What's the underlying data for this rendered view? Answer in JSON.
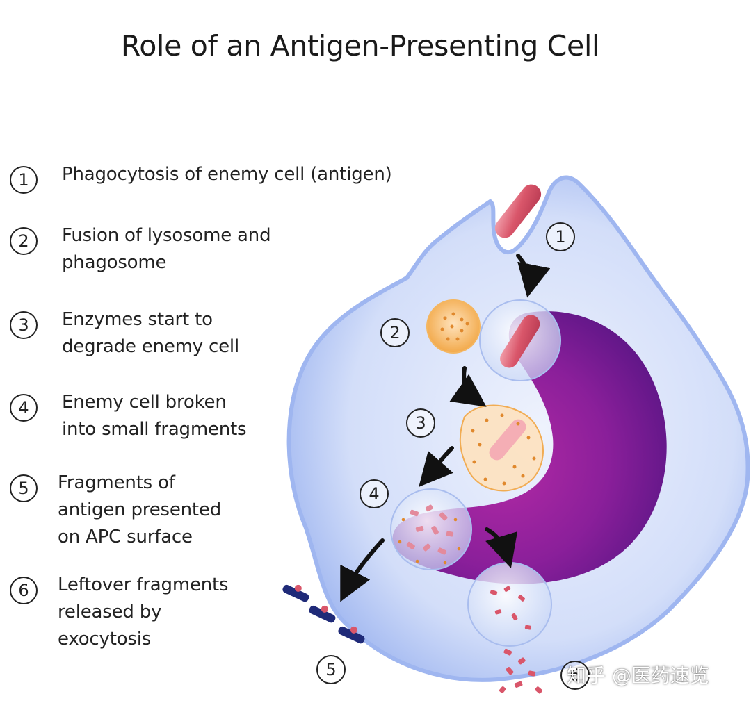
{
  "title": "Role of an Antigen-Presenting Cell",
  "steps": [
    {
      "num": "1",
      "text": "Phagocytosis of enemy cell (antigen)"
    },
    {
      "num": "2",
      "text": "Fusion of lysosome and\nphagosome"
    },
    {
      "num": "3",
      "text": "Enzymes start to\ndegrade enemy cell"
    },
    {
      "num": "4",
      "text": "Enemy cell broken\ninto small fragments"
    },
    {
      "num": "5",
      "text": "Fragments of\nantigen presented\non APC surface"
    },
    {
      "num": "6",
      "text": "Leftover fragments\nreleased by\nexocytosis"
    }
  ],
  "watermark": "知乎 @医药速览",
  "colors": {
    "cell_membrane": "#9fb6f0",
    "cell_cytoplasm": "#c7d6f7",
    "nucleus": "#8a1f9a",
    "antigen": "#d9566a",
    "lysosome": "#f2a94a",
    "fragments": "#e38a9c",
    "surface_receptor": "#1f2a78",
    "arrow": "#111111"
  }
}
